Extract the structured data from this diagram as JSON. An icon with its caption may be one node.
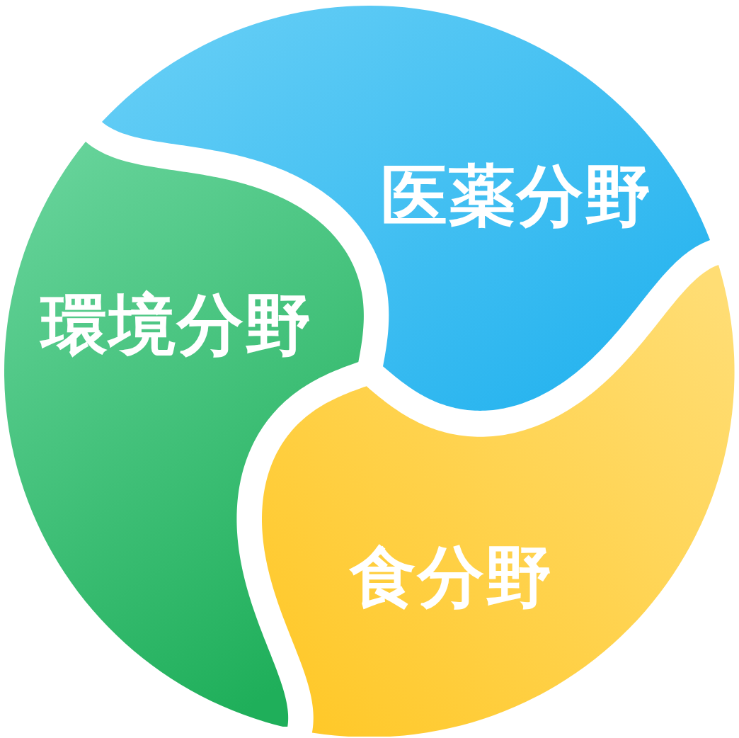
{
  "diagram": {
    "nodes": [
      {
        "text": [
          "医薬分野"
        ]
      },
      {
        "text": [
          "環境分野"
        ]
      },
      {
        "text": [
          "食分野"
        ]
      }
    ]
  }
}
